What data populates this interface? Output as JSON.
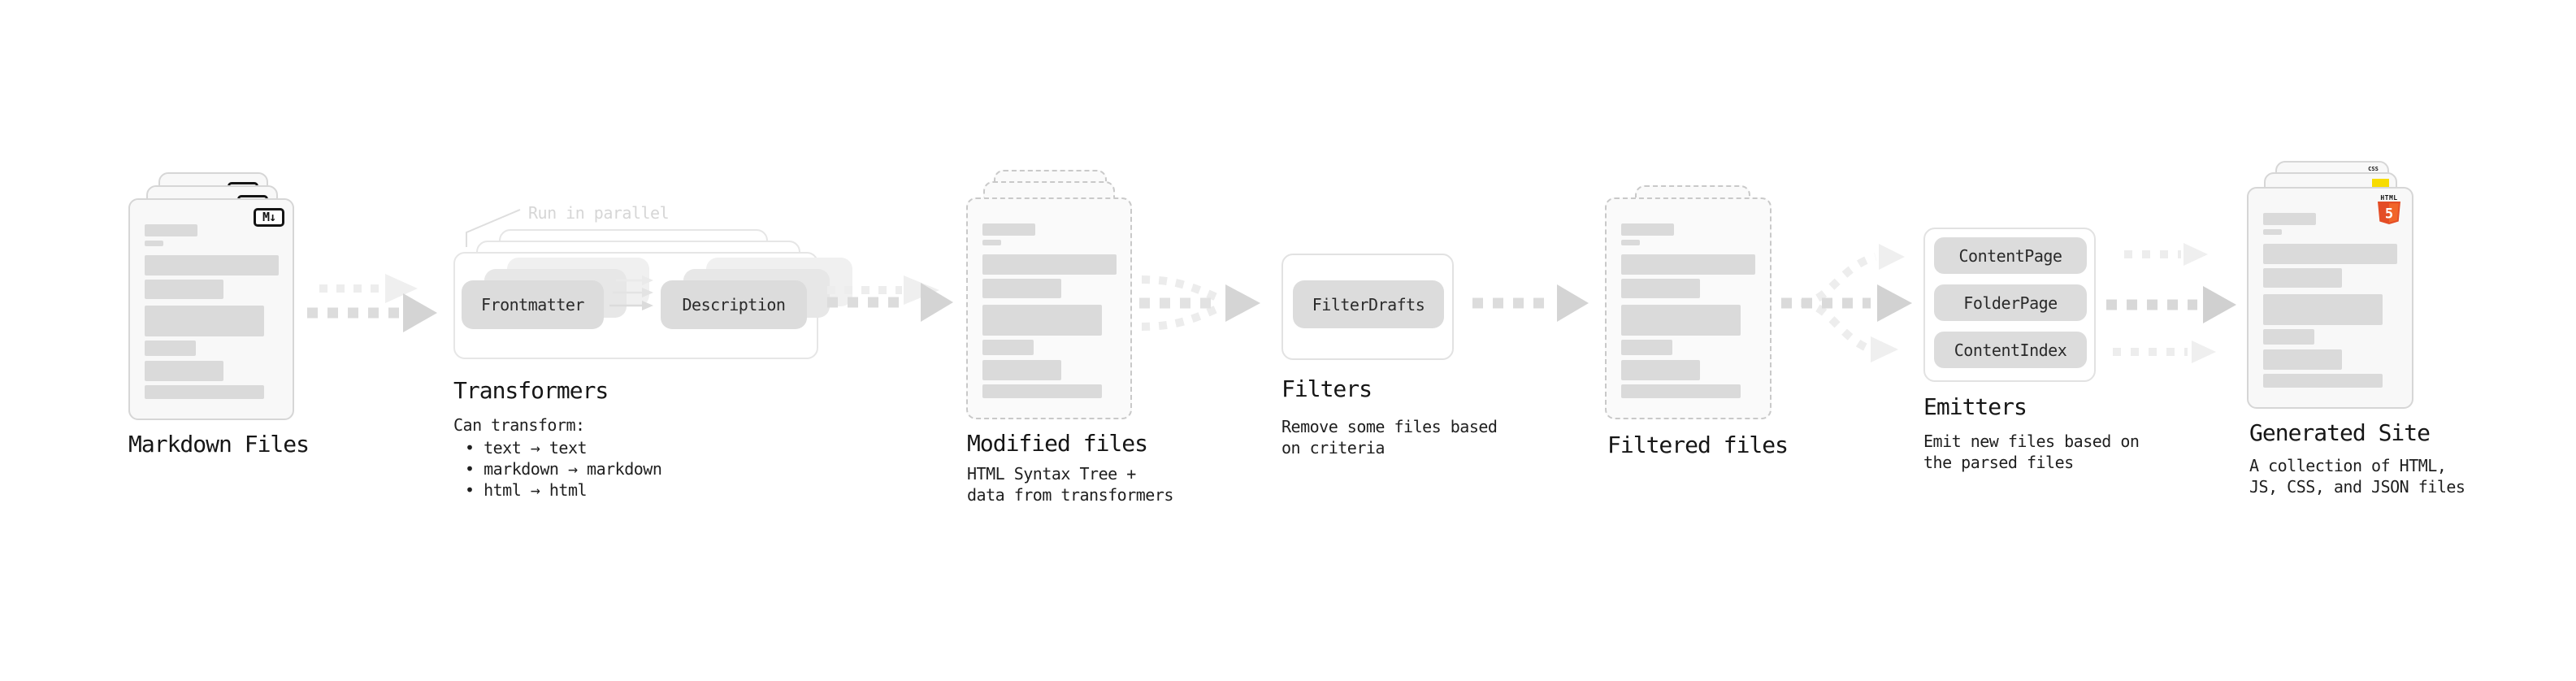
{
  "stages": {
    "markdown": {
      "label": "Markdown Files",
      "badge": "M↓"
    },
    "transformers": {
      "label": "Transformers",
      "note": "Run in parallel",
      "box_from": "Frontmatter",
      "box_to": "Description",
      "desc": "Can transform:",
      "bullets": [
        "• text → text",
        "• markdown → markdown",
        "• html → html"
      ]
    },
    "modified": {
      "label": "Modified files",
      "desc1": "HTML Syntax Tree +",
      "desc2": "data from transformers"
    },
    "filters": {
      "label": "Filters",
      "box": "FilterDrafts",
      "desc1": "Remove some files based",
      "desc2": "on criteria"
    },
    "filtered": {
      "label": "Filtered files"
    },
    "emitters": {
      "label": "Emitters",
      "boxes": [
        "ContentPage",
        "FolderPage",
        "ContentIndex"
      ],
      "desc1": "Emit new files based on",
      "desc2": "the parsed files"
    },
    "generated": {
      "label": "Generated Site",
      "desc1": "A collection of HTML,",
      "desc2": "JS, CSS, and JSON files"
    }
  },
  "icons": {
    "markdown_badge": "M↓",
    "html5_word": "HTML",
    "html5_digit": "5",
    "css_word": "CSS"
  },
  "colors": {
    "html5_orange": "#e44d26",
    "html5_orange_light": "#f16529",
    "js_yellow": "#f7dc00",
    "css_blue": "#2d6ff2",
    "badge_black": "#141414"
  }
}
